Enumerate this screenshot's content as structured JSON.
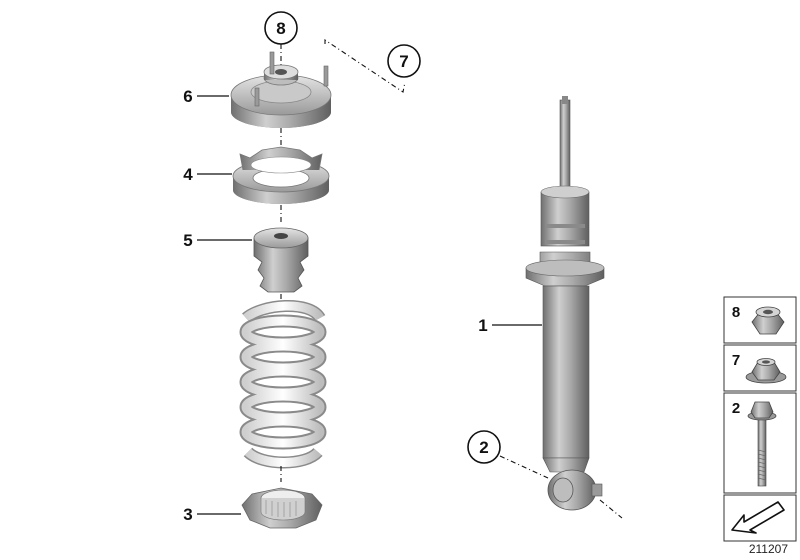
{
  "callouts": {
    "c1": "1",
    "c2": "2",
    "c3": "3",
    "c4": "4",
    "c5": "5",
    "c6": "6",
    "c7": "7",
    "c8": "8"
  },
  "legend": {
    "items": [
      {
        "number": "8",
        "icon": "hex-nut-icon"
      },
      {
        "number": "7",
        "icon": "flange-nut-icon"
      },
      {
        "number": "2",
        "icon": "hex-bolt-icon"
      }
    ],
    "arrow_icon": "orientation-arrow-icon"
  },
  "diagram_id": "211207",
  "colors": {
    "metal_light": "#e6e6e6",
    "metal_mid": "#b5b5b5",
    "metal_dark": "#7d7d7d",
    "line": "#111111"
  }
}
